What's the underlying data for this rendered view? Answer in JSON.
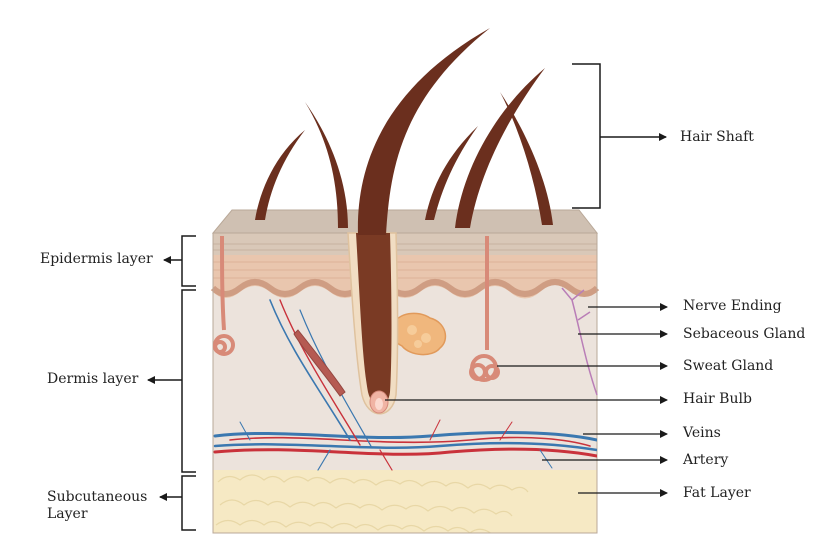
{
  "diagram": {
    "colors": {
      "hair": "#6b2f1e",
      "epidermis_top": "#d8c7b6",
      "epidermis_cells": "#e9c6ae",
      "dermis": "#ece3dc",
      "fat": "#f6e9c4",
      "vein": "#3b78b0",
      "artery": "#c9323b",
      "sebaceous_gland": "#f0b77d",
      "sweat_gland": "#d88a78",
      "label_line": "#1a1a1a"
    },
    "left_labels": {
      "epidermis": "Epidermis layer",
      "dermis": "Dermis layer",
      "subcutaneous_line1": "Subcutaneous",
      "subcutaneous_line2": "Layer"
    },
    "right_labels": {
      "hair_shaft": "Hair Shaft",
      "nerve_ending": "Nerve Ending",
      "sebaceous_gland": "Sebaceous Gland",
      "sweat_gland": "Sweat Gland",
      "hair_bulb": "Hair Bulb",
      "veins": "Veins",
      "artery": "Artery",
      "fat_layer": "Fat Layer"
    }
  }
}
